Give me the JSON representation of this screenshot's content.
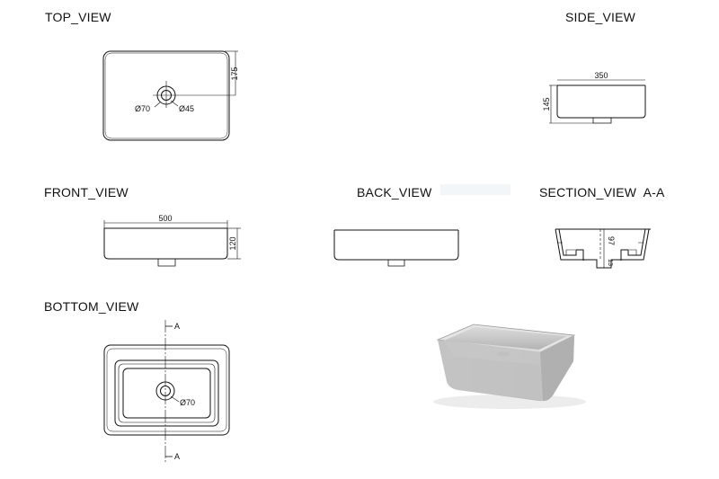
{
  "views": {
    "top": "TOP_VIEW",
    "side": "SIDE_VIEW",
    "front": "FRONT_VIEW",
    "back": "BACK_VIEW",
    "section": "SECTION_VIEW  A-A",
    "bottom": "BOTTOM_VIEW"
  },
  "dimensions": {
    "top_depth": "175",
    "top_outer_dia": "Ø70",
    "top_inner_dia": "Ø45",
    "side_width": "350",
    "side_height": "145",
    "front_width": "500",
    "front_height": "120",
    "section_depth": "97",
    "section_bottom": "13",
    "bottom_dia": "Ø70",
    "section_marker": "A"
  }
}
